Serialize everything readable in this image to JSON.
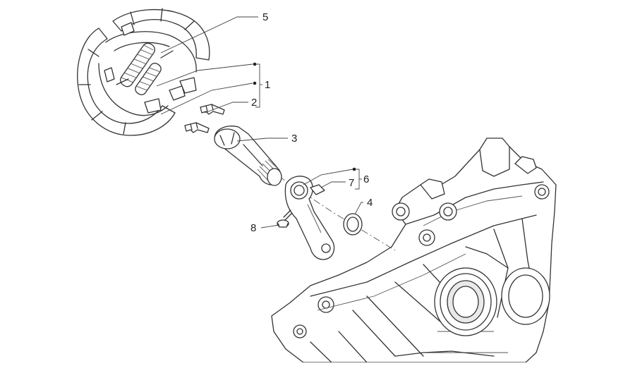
{
  "diagram": {
    "callouts": [
      {
        "id": "c1",
        "label": "1"
      },
      {
        "id": "c2",
        "label": "2"
      },
      {
        "id": "c3",
        "label": "3"
      },
      {
        "id": "c4",
        "label": "4"
      },
      {
        "id": "c5",
        "label": "5"
      },
      {
        "id": "c6",
        "label": "6"
      },
      {
        "id": "c7",
        "label": "7"
      },
      {
        "id": "c8",
        "label": "8"
      }
    ],
    "parts": {
      "brake_shoes": "brake-shoe-assembly",
      "springs": "shoe-return-springs",
      "shims": "shoe-shims",
      "cam_shaft": "brake-cam-shaft",
      "ring": "sealing-ring",
      "lever": "brake-lever",
      "screw": "lever-screw",
      "casing": "engine-crankcase-half"
    }
  }
}
